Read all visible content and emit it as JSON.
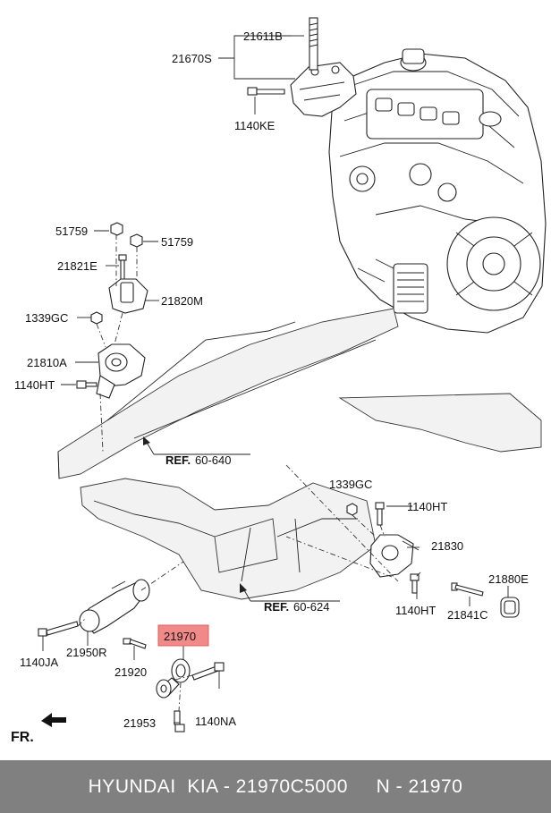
{
  "labels": {
    "p21611B": "21611B",
    "p21670S": "21670S",
    "p1140KE": "1140KE",
    "p51759a": "51759",
    "p51759b": "51759",
    "p21821E": "21821E",
    "p21820M": "21820M",
    "p1339GCa": "1339GC",
    "p21810A": "21810A",
    "p1140HTa": "1140HT",
    "ref1_prefix": "REF.",
    "ref1_num": "60-640",
    "p1339GCb": "1339GC",
    "p1140HTb": "1140HT",
    "p21830": "21830",
    "p21880E": "21880E",
    "p1140HTc": "1140HT",
    "p21841C": "21841C",
    "ref2_prefix": "REF.",
    "ref2_num": "60-624",
    "p21970": "21970",
    "p1140JA": "1140JA",
    "p21950R": "21950R",
    "p21920": "21920",
    "p21953": "21953",
    "p1140NA": "1140NA",
    "fr": "FR."
  },
  "highlight_color": "#f08a88",
  "footer": {
    "text": "HYUNDAI  KIA - 21970C5000     N - 21970"
  }
}
